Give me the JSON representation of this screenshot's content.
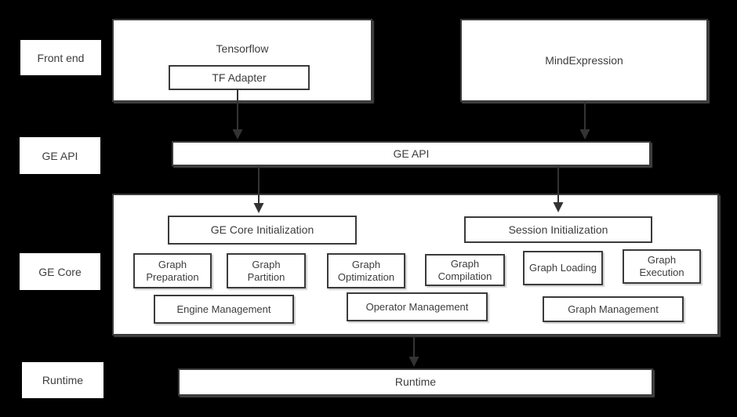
{
  "side_labels": {
    "front_end": "Front end",
    "ge_api": "GE API",
    "ge_core": "GE Core",
    "runtime": "Runtime"
  },
  "front_end": {
    "tensorflow": "Tensorflow",
    "tf_adapter": "TF Adapter",
    "mind_expression": "MindExpression"
  },
  "ge_api": {
    "label": "GE API"
  },
  "ge_core": {
    "ge_core_initialization": "GE Core Initialization",
    "session_initialization": "Session Initialization",
    "modules": [
      "Graph Preparation",
      "Graph Partition",
      "Graph Optimization",
      "Graph Compilation",
      "Graph Loading",
      "Graph Execution"
    ],
    "management": [
      "Engine Management",
      "Operator Management",
      "Graph Management"
    ]
  },
  "runtime": {
    "label": "Runtime"
  },
  "colors": {
    "background": "#000000",
    "box_fill": "#ffffff",
    "box_border": "#3b3b3b",
    "text": "#3d3d3d",
    "arrow": "#333333"
  }
}
